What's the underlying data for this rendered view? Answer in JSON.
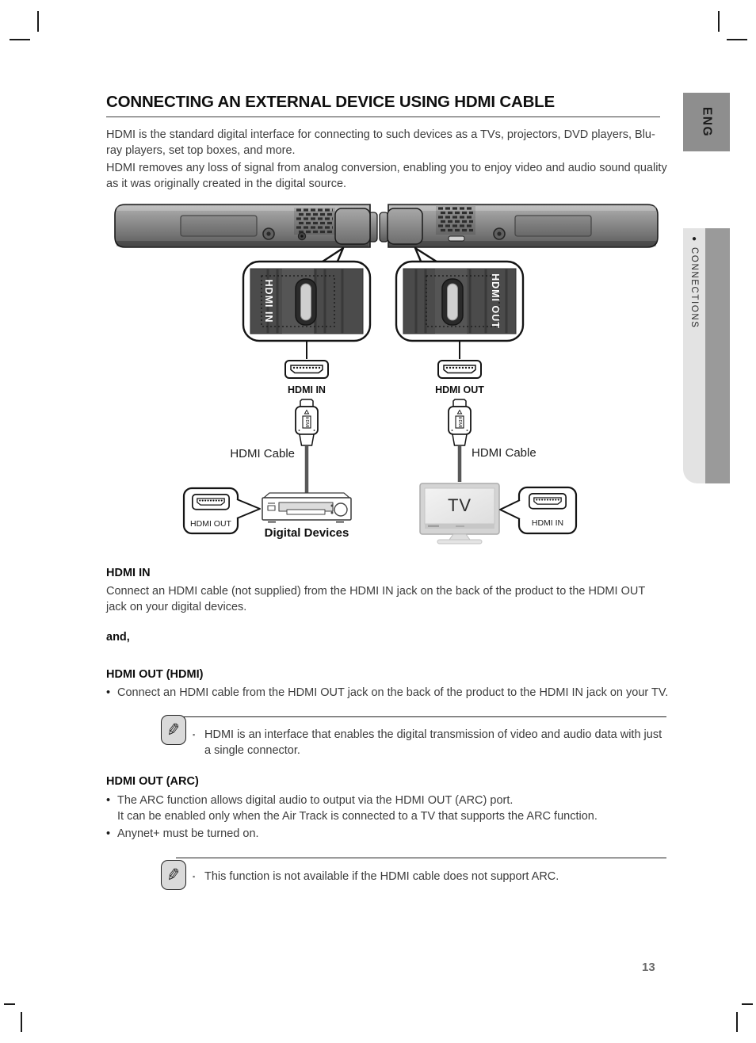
{
  "page": {
    "title": "CONNECTING AN EXTERNAL DEVICE USING HDMI CABLE",
    "intro1": "HDMI is the standard digital interface for connecting to such devices as a TVs, projectors, DVD players, Blu-ray players, set top boxes, and more.",
    "intro2": "HDMI removes any loss of signal from analog conversion, enabling you to enjoy video and audio sound quality as it was originally created in the digital source.",
    "page_number": "13"
  },
  "sidebar": {
    "language": "ENG",
    "section_bullet": "●",
    "section": "CONNECTIONS"
  },
  "diagram": {
    "callout_left": "HDMI IN",
    "callout_right": "HDMI OUT",
    "jack_left": "HDMI IN",
    "jack_right": "HDMI OUT",
    "plug_text": "HDMI",
    "cable_label": "HDMI Cable",
    "device_callout": "HDMI OUT",
    "device_label": "Digital Devices",
    "tv_label": "TV",
    "tv_callout": "HDMI IN"
  },
  "sections": {
    "hdmi_in_heading": "HDMI IN",
    "hdmi_in_body": "Connect an HDMI cable (not supplied) from the HDMI IN jack on the back of the product to the HDMI OUT jack on your digital devices.",
    "and_label": "and,",
    "hdmi_out_heading": "HDMI OUT (HDMI)",
    "hdmi_out_bullet": "Connect an HDMI cable from the HDMI OUT jack on the back of the product to the HDMI IN jack on your TV.",
    "note1": "HDMI is an interface that enables the digital transmission of video and audio data with just a single connector.",
    "arc_heading": "HDMI OUT (ARC)",
    "arc_bullet1_line1": "The ARC function allows digital audio to output via the HDMI OUT (ARC) port.",
    "arc_bullet1_line2": "It can be enabled only when the Air Track is connected to a TV that supports the ARC function.",
    "arc_bullet2": "Anynet+ must be turned on.",
    "note2": "This function is not available if the HDMI cable does not support ARC.",
    "bullet_glyph": "•",
    "note_bullet_glyph": "▪"
  }
}
